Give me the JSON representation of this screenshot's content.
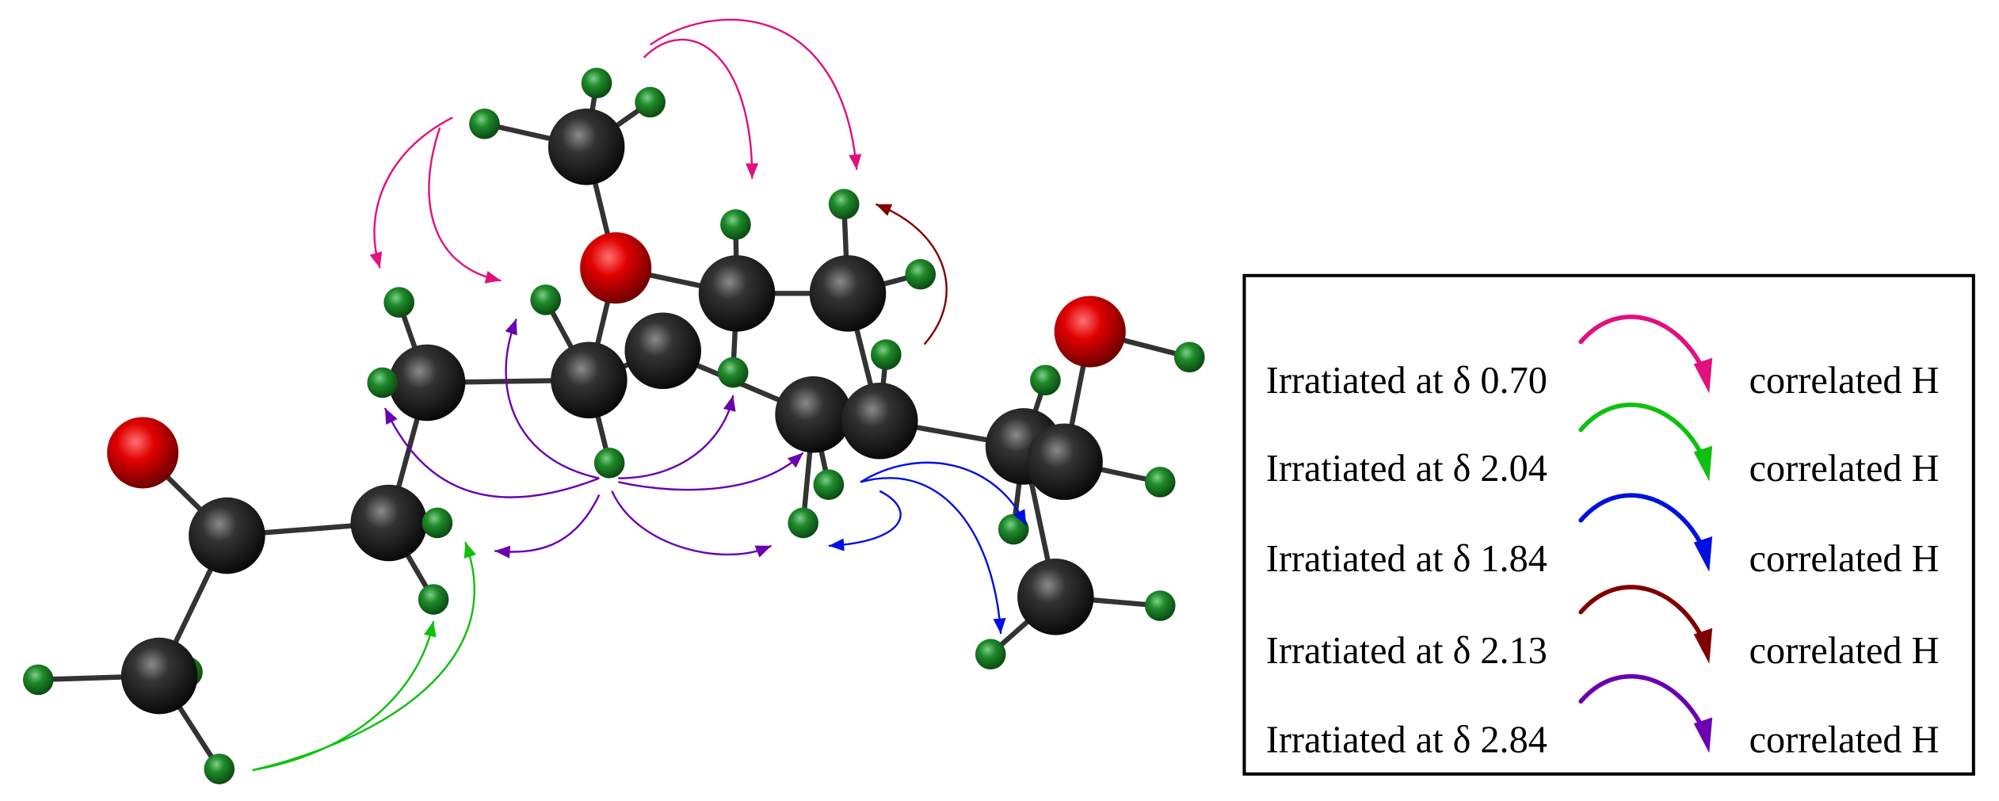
{
  "legend": {
    "items": [
      {
        "label": "Irratiated at δ 0.70",
        "result": "correlated H",
        "color": "#e0107f"
      },
      {
        "label": "Irratiated at δ 2.04",
        "result": "correlated H",
        "color": "#10c010"
      },
      {
        "label": "Irratiated at δ 1.84",
        "result": "correlated H",
        "color": "#0010e0"
      },
      {
        "label": "Irratiated at δ 2.13",
        "result": "correlated H",
        "color": "#800000"
      },
      {
        "label": "Irratiated at δ 2.84",
        "result": "correlated H",
        "color": "#6a00b0"
      }
    ]
  },
  "atom_colors": {
    "carbon": "#2a2a2a",
    "oxygen": "#e00000",
    "hydrogen": "#1f8a2a"
  }
}
